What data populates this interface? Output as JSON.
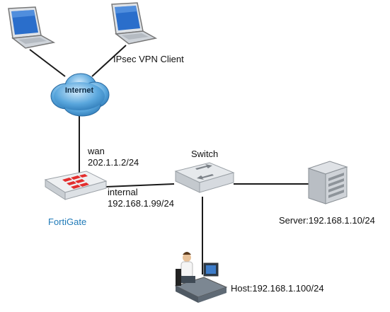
{
  "cloud": {
    "label": "Internet"
  },
  "vpn_client": {
    "label": "IPsec VPN Client"
  },
  "fortigate": {
    "name": "FortiGate",
    "wan_name": "wan",
    "wan_ip": "202.1.1.2/24",
    "internal_name": "internal",
    "internal_ip": "192.168.1.99/24"
  },
  "switch": {
    "label": "Switch"
  },
  "server": {
    "label": "Server:192.168.1.10/24"
  },
  "host": {
    "label": "Host:192.168.1.100/24"
  },
  "colors": {
    "link": "#1a1a1a",
    "fortinet_red": "#e32d2d",
    "fortigate_label": "#1f7ab8",
    "cloud": "#5aa7dd"
  }
}
